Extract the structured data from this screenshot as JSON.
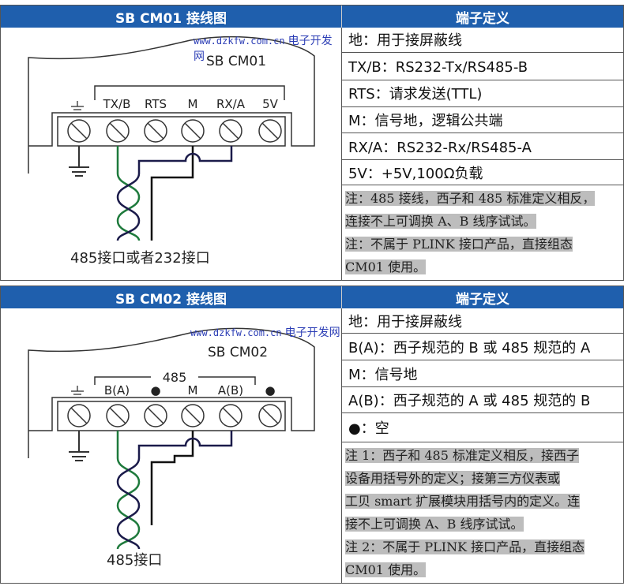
{
  "watermark": {
    "url": "www.dzkfw.com.cn",
    "name": "电子开发网"
  },
  "cm01": {
    "title": "SB CM01 接线图",
    "def_title": "端子定义",
    "device": "SB CM01",
    "terminals": [
      "TX/B",
      "RTS",
      "M",
      "RX/A",
      "5V"
    ],
    "port_label": "485接口或者232接口",
    "defs": [
      "地：用于接屏蔽线",
      "TX/B：RS232-Tx/RS485-B",
      "RTS：请求发送(TTL)",
      "M：信号地，逻辑公共端",
      "RX/A：RS232-Rx/RS485-A",
      "5V：+5V,100Ω负载"
    ],
    "notes": [
      "注：485 接线，西子和 485 标准定义相反，",
      "连接不上可调换 A、B 线序试试。",
      "注：不属于 PLINK 接口产品，直接组态",
      "CM01 使用。"
    ]
  },
  "cm02": {
    "title": "SB CM02 接线图",
    "def_title": "端子定义",
    "device": "SB CM02",
    "bus_label": "485",
    "terminals": [
      "B(A)",
      "●",
      "M",
      "A(B)",
      "●"
    ],
    "port_label": "485接口",
    "defs": [
      "地：用于接屏蔽线",
      "B(A)：西子规范的 B 或 485 规范的 A",
      "M：信号地",
      "A(B)：西子规范的 A 或 485 规范的 B",
      "●：空"
    ],
    "notes": [
      "注 1：西子和 485 标准定义相反，接西子",
      "设备用括号外的定义；接第三方仪表或",
      "工贝 smart 扩展模块用括号内的定义。连",
      "接不上可调换 A、B 线序试试。",
      "注 2：不属于 PLINK 接口产品，直接组态",
      "CM01 使用。"
    ]
  }
}
